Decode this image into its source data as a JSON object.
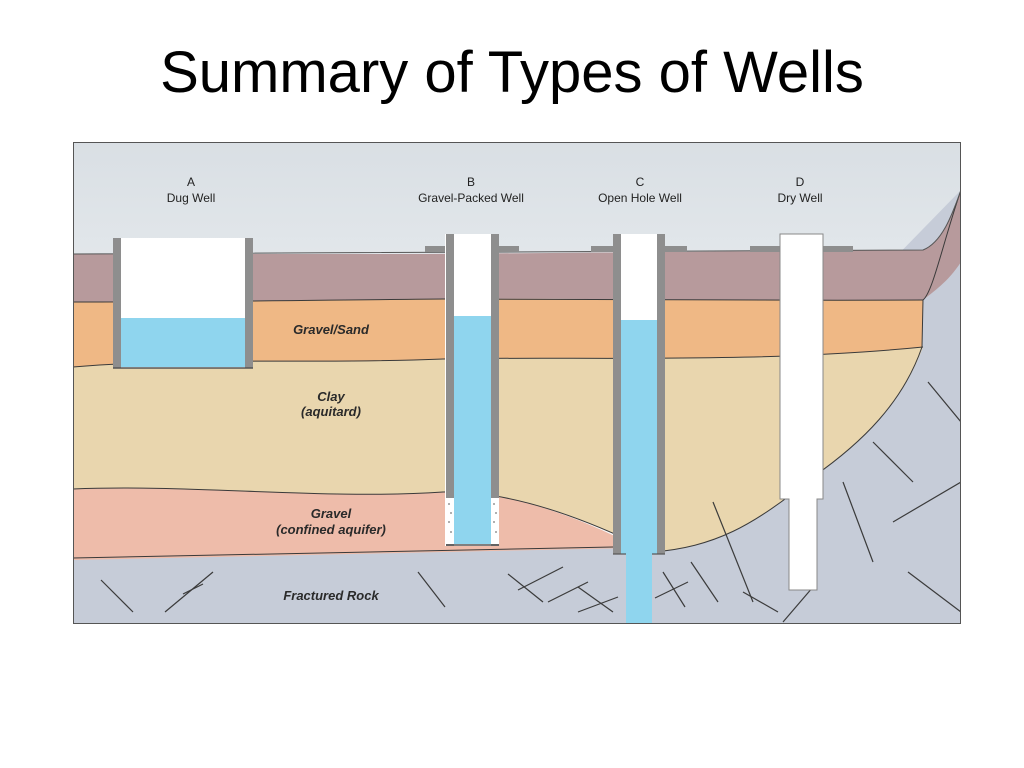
{
  "title": "Summary of Types of Wells",
  "wells": [
    {
      "letter": "A",
      "name": "Dug Well"
    },
    {
      "letter": "B",
      "name": "Gravel-Packed Well"
    },
    {
      "letter": "C",
      "name": "Open Hole Well"
    },
    {
      "letter": "D",
      "name": "Dry Well"
    }
  ],
  "layers": {
    "gravel_sand": "Gravel/Sand",
    "clay_line1": "Clay",
    "clay_line2": "(aquitard)",
    "gravel_line1": "Gravel",
    "gravel_line2": "(confined aquifer)",
    "rock": "Fractured Rock"
  },
  "colors": {
    "sky": "#dfe4e8",
    "topsoil": "#b79a9c",
    "gravel_sand": "#efb885",
    "clay": "#e9d6ae",
    "confined_gravel": "#eebcaa",
    "rock": "#c6ccd8",
    "water": "#8fd5ee",
    "casing": "#8e8e8e"
  }
}
